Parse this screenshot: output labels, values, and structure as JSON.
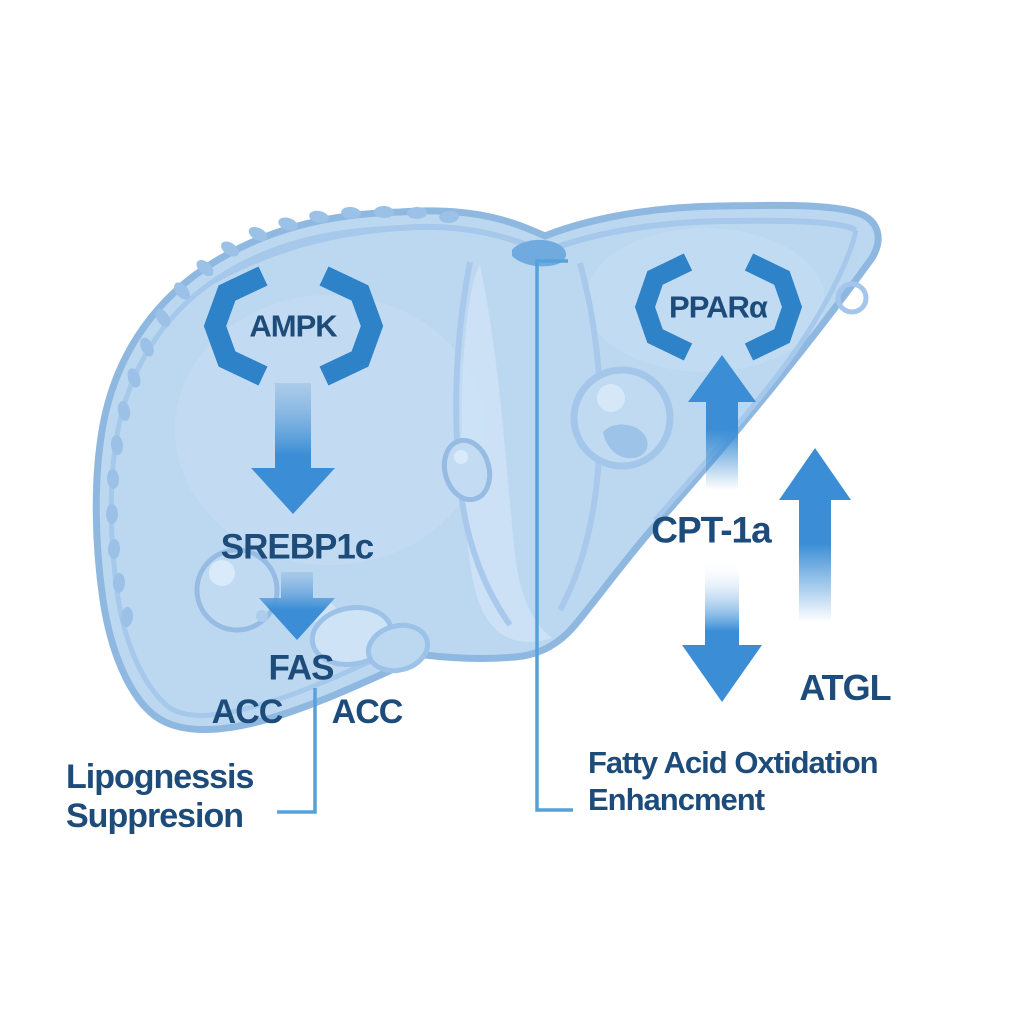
{
  "diagram": {
    "organ": "liver",
    "left_pathway": {
      "kinase": "AMPK",
      "target": "SREBP1c",
      "enzyme1": "FAS",
      "enzyme2": "ACC",
      "enzyme3": "ACC",
      "outcome_line1": "Lipognessis",
      "outcome_line2": "Suppresion"
    },
    "right_pathway": {
      "receptor": "PPARα",
      "enzyme1": "CPT-1a",
      "enzyme2": "ATGL",
      "outcome_line1": "Fatty Acid Oxtidation",
      "outcome_line2": "Enhancment"
    },
    "colors": {
      "liver_fill": "#bcd8f1",
      "liver_stroke": "#8fb8e1",
      "arrow_blue": "#3b8ed6",
      "bracket_blue": "#2e82c8",
      "text_navy": "#1d4b7a",
      "connector_blue": "#55a1dc"
    }
  }
}
